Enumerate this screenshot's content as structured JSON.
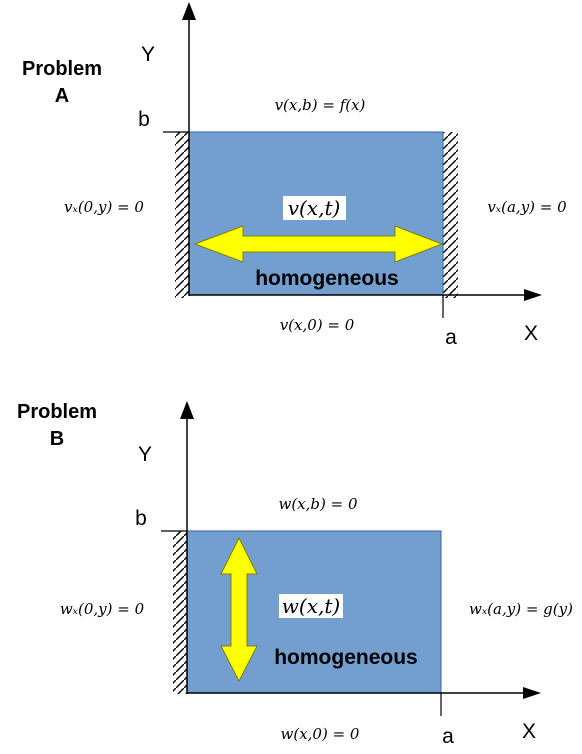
{
  "colors": {
    "domain_fill": "#729fcf",
    "arrow_fill": "#ffff00",
    "line": "#000000"
  },
  "problem_a": {
    "title_line1": "Problem",
    "title_line2": "A",
    "axis_y": "Y",
    "axis_x": "X",
    "tick_b": "b",
    "tick_a": "a",
    "bc_top": "v(x,b) = f(x)",
    "bc_left": "vₓ(0,y) = 0",
    "bc_right": "vₓ(a,y) = 0",
    "bc_bottom": "v(x,0) = 0",
    "function_label": "v(x,t)",
    "homogeneous": "homogeneous",
    "arrow_direction": "horizontal"
  },
  "problem_b": {
    "title_line1": "Problem",
    "title_line2": "B",
    "axis_y": "Y",
    "axis_x": "X",
    "tick_b": "b",
    "tick_a": "a",
    "bc_top": "w(x,b) = 0",
    "bc_left": "wₓ(0,y) = 0",
    "bc_right": "wₓ(a,y) = g(y)",
    "bc_bottom": "w(x,0) = 0",
    "function_label": "w(x,t)",
    "homogeneous": "homogeneous",
    "arrow_direction": "vertical"
  }
}
